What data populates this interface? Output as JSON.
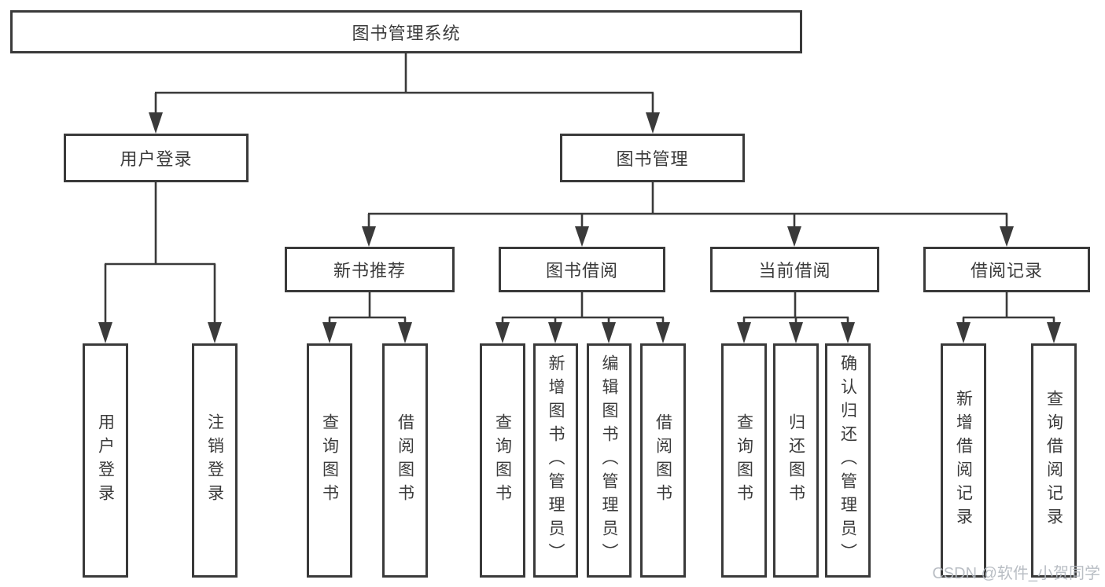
{
  "tree": {
    "root": {
      "label": "图书管理系统"
    },
    "login": {
      "label": "用户登录",
      "children": [
        {
          "label": "用户登录"
        },
        {
          "label": "注销登录"
        }
      ]
    },
    "management": {
      "label": "图书管理",
      "sections": {
        "new_book": {
          "label": "新书推荐",
          "children": [
            {
              "label": "查询图书"
            },
            {
              "label": "借阅图书"
            }
          ]
        },
        "borrow": {
          "label": "图书借阅",
          "children": [
            {
              "label": "查询图书"
            },
            {
              "label": "新增图书（管理员）"
            },
            {
              "label": "编辑图书（管理员）"
            },
            {
              "label": "借阅图书"
            }
          ]
        },
        "current": {
          "label": "当前借阅",
          "children": [
            {
              "label": "查询图书"
            },
            {
              "label": "归还图书"
            },
            {
              "label": "确认归还（管理员）"
            }
          ]
        },
        "records": {
          "label": "借阅记录",
          "children": [
            {
              "label": "新增借阅记录"
            },
            {
              "label": "查询借阅记录"
            }
          ]
        }
      }
    }
  },
  "watermark": {
    "text": "CSDN @软件_小贺同学"
  },
  "colors": {
    "line": "#3a3a3a",
    "text": "#3b3b3b",
    "box_bg": "#ffffff",
    "page_bg": "#ffffff",
    "watermark": "#b4b9c0"
  }
}
